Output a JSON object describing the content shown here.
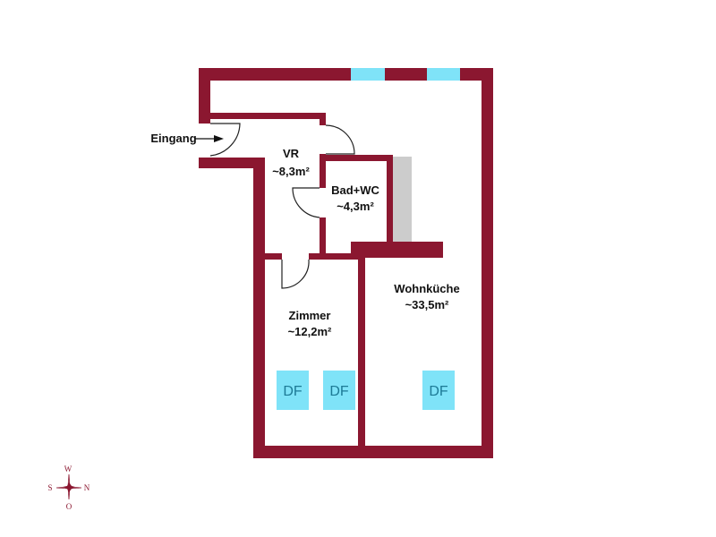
{
  "rooms": [
    {
      "name": "VR",
      "area": "~8,3m²"
    },
    {
      "name": "Bad+WC",
      "area": "~4,3m²"
    },
    {
      "name": "Zimmer",
      "area": "~12,2m²"
    },
    {
      "name": "Wohnküche",
      "area": "~33,5m²"
    }
  ],
  "entrance_label": "Eingang",
  "skylights": [
    "DF",
    "DF",
    "DF"
  ],
  "compass": {
    "top": "W",
    "left": "S",
    "right": "N",
    "bottom": "O"
  },
  "colors": {
    "wall": "#8b1730",
    "window": "#7fe3f8",
    "shaft": "#cccccc"
  }
}
